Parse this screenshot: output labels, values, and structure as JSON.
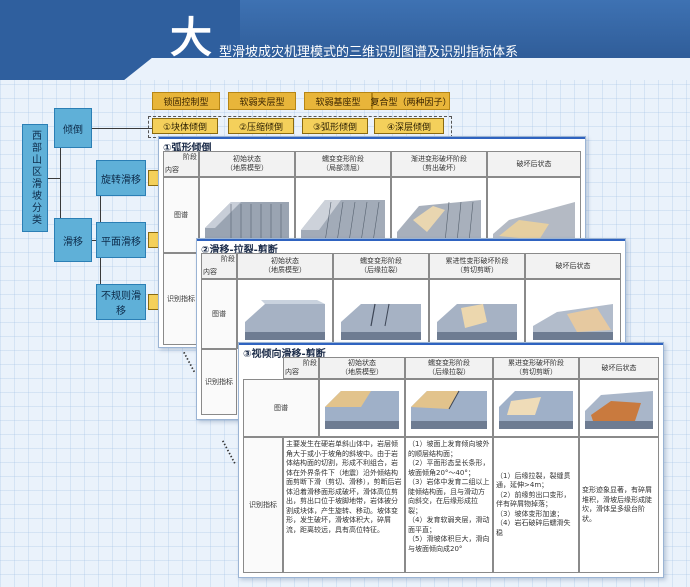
{
  "title": {
    "big": "大",
    "rest": "型滑坡成灾机理模式的三维识别图谱及识别指标体系"
  },
  "tree": {
    "root": "西部山区滑坡分类",
    "level1": [
      "倾倒",
      "滑移"
    ],
    "level2": [
      "旋转滑移",
      "平面滑移",
      "不规则滑移"
    ]
  },
  "types": [
    "锁固控制型",
    "软弱夹层型",
    "软弱基座型",
    "复合型（两种因子）"
  ],
  "type_labels": [
    "①块体倾倒",
    "②压缩倾倒",
    "③弧形倾倒",
    "④深层倾倒"
  ],
  "cards": [
    {
      "title": "①弧形倾倒",
      "corner_top": "阶段",
      "corner_bottom": "内容",
      "stages": [
        "初始状态\n（地质模型）",
        "蠕变变形阶段\n（局部溃屈）",
        "渐进变形破坏阶段\n（剪出破坏）",
        "破坏后状态"
      ],
      "row_labels": [
        "图谱",
        "识别指标"
      ]
    },
    {
      "title": "②滑移-拉裂-剪断",
      "corner_top": "阶段",
      "corner_bottom": "内容",
      "stages": [
        "初始状态\n（地质模型）",
        "蠕变变形阶段\n（后缘拉裂）",
        "累进性变形破坏阶段\n（剪切剪断）",
        "破坏后状态"
      ],
      "row_labels": [
        "图谱",
        "识别指标"
      ]
    },
    {
      "title": "③视倾向滑移-剪断",
      "corner_top": "阶段",
      "corner_bottom": "内容",
      "stages": [
        "初始状态\n（地质模型）",
        "蠕变变形阶段\n（后缘拉裂）",
        "累进变形破坏阶段\n（剪切剪断）",
        "破坏后状态"
      ],
      "row_labels": [
        "图谱",
        "识别指标"
      ],
      "text_cols": [
        "主要发生在硬岩单斜山体中，岩层倾角大于或小于坡角的斜坡中。由于岩体结构面的切割，形成不利组合，岩体在外界条件下（地震）沿外倾结构面剪断下滑（剪切、滑移），剪断后岩体沿着滑移面形成破坏，滑体高位剪出，剪出口位于坡脚地带，岩体被分割成块体，产生旋转、移动。坡体变形，发生破坏，滑坡体积大，碎屑流，距离较远，具有高位特征。",
        "（1）坡面上发育倾向坡外的顺层结构面；\n（2）平面形态呈长条形，坡面倾角20°～40°；\n（3）岩体中发育二组以上陡倾结构面，且与滑动方向斜交，在后缘形成拉裂；\n（4）发育软弱夹层，滑动面平直；\n（5）滑坡体积巨大，滑向与坡面倾向成20°",
        "（1）后缘拉裂，裂缝贯通，延伸>4m；\n（2）前缘剪出口变形，伴有碎屑物掉落；\n（3）坡体变形加速；\n（4）岩石破碎后蠕滑失稳",
        "变形迹象显著，有碎屑堆积，滑坡后缘形成陡坎，滑体呈多级台阶状。"
      ]
    }
  ]
}
